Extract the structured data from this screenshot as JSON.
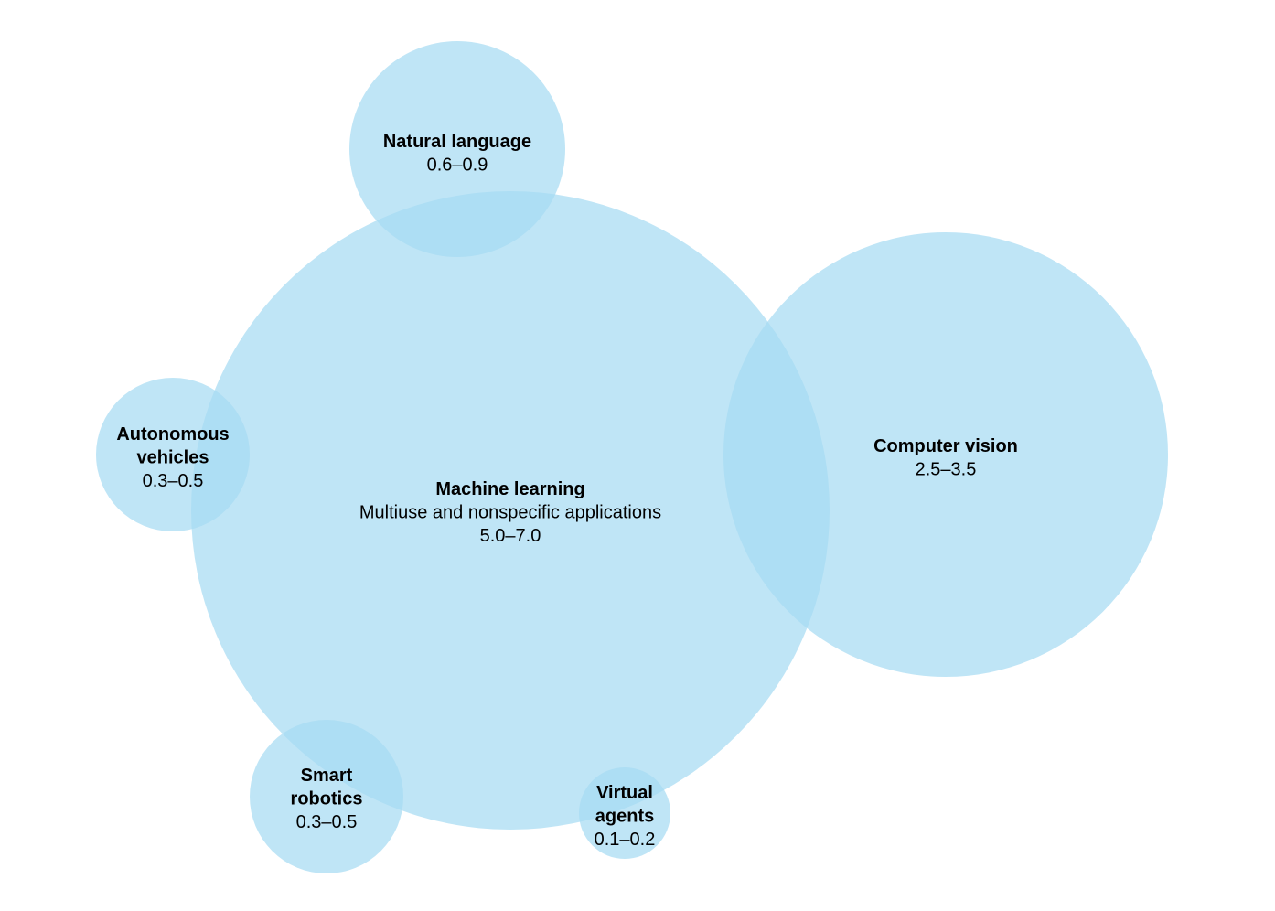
{
  "diagram": {
    "bubble_color": "#a6dbf3",
    "bubbles": [
      {
        "name": "machine-learning",
        "title_lines": [
          "Machine learning"
        ],
        "subtitle": "Multiuse and nonspecific applications",
        "value_range": "5.0–7.0",
        "range": [
          5.0,
          7.0
        ]
      },
      {
        "name": "computer-vision",
        "title_lines": [
          "Computer vision"
        ],
        "subtitle": "",
        "value_range": "2.5–3.5",
        "range": [
          2.5,
          3.5
        ]
      },
      {
        "name": "natural-language",
        "title_lines": [
          "Natural language"
        ],
        "subtitle": "",
        "value_range": "0.6–0.9",
        "range": [
          0.6,
          0.9
        ]
      },
      {
        "name": "autonomous-vehicles",
        "title_lines": [
          "Autonomous",
          "vehicles"
        ],
        "subtitle": "",
        "value_range": "0.3–0.5",
        "range": [
          0.3,
          0.5
        ]
      },
      {
        "name": "smart-robotics",
        "title_lines": [
          "Smart",
          "robotics"
        ],
        "subtitle": "",
        "value_range": "0.3–0.5",
        "range": [
          0.3,
          0.5
        ]
      },
      {
        "name": "virtual-agents",
        "title_lines": [
          "Virtual",
          "agents"
        ],
        "subtitle": "",
        "value_range": "0.1–0.2",
        "range": [
          0.1,
          0.2
        ]
      }
    ]
  }
}
